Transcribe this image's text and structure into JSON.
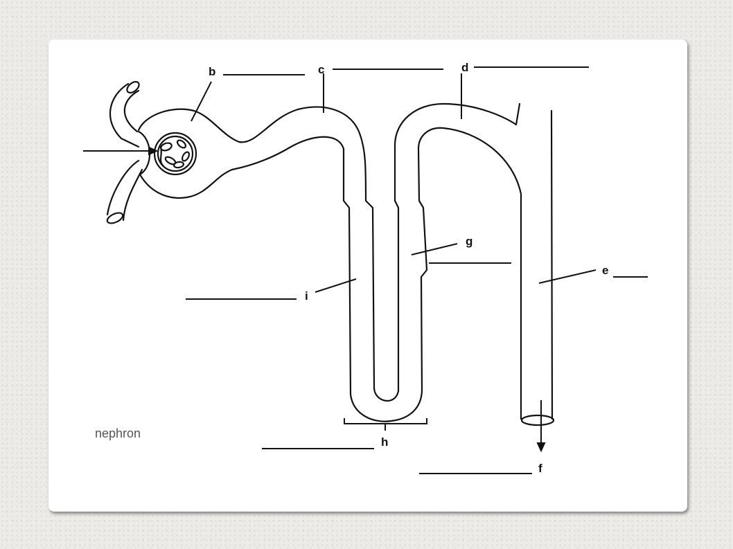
{
  "diagram": {
    "caption": "nephron",
    "labels": {
      "b": "b",
      "c": "c",
      "d": "d",
      "e": "e",
      "f": "f",
      "g": "g",
      "h": "h",
      "i": "i"
    }
  }
}
